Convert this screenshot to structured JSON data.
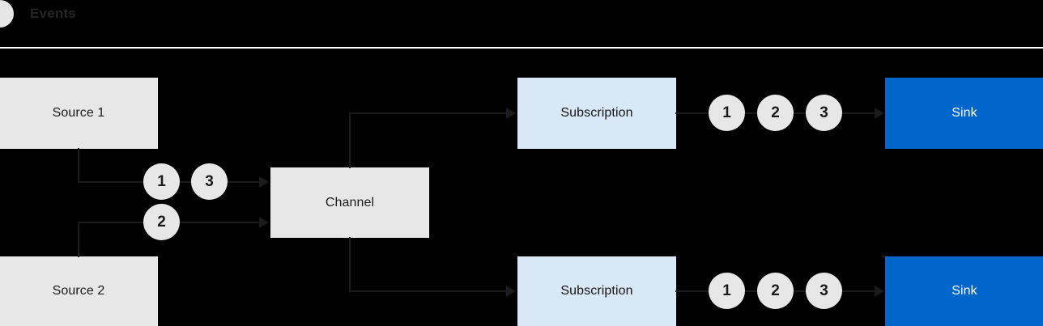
{
  "legend": {
    "label": "Events",
    "dot_color": "#e6e6e6"
  },
  "colors": {
    "background": "#000000",
    "source_box": "#e7e7e7",
    "subscription_box": "#d9e8f6",
    "sink_box": "#0066cc",
    "sink_text": "#ffffff",
    "connector": "#1b1b1b",
    "divider": "#ffffff",
    "event_circle": "#e7e7e7"
  },
  "nodes": {
    "source_1": "Source 1",
    "source_2": "Source 2",
    "channel": "Channel",
    "subscription_top": "Subscription",
    "subscription_bottom": "Subscription",
    "sink_top": "Sink",
    "sink_bottom": "Sink"
  },
  "events": {
    "source1_to_channel": [
      "1",
      "3"
    ],
    "source2_to_channel": [
      "2"
    ],
    "subscription_top_to_sink": [
      "1",
      "2",
      "3"
    ],
    "subscription_bottom_to_sink": [
      "1",
      "2",
      "3"
    ]
  },
  "diagram": {
    "type": "flow",
    "description": "Eventing flow: two sources publish events into a shared channel; two subscriptions each deliver events 1, 2 and 3 to a sink."
  }
}
